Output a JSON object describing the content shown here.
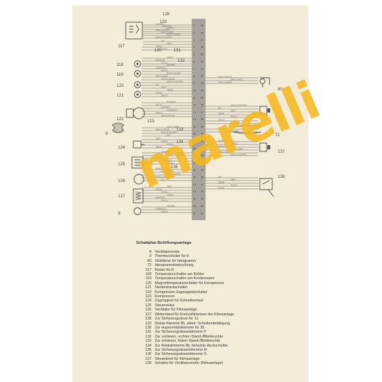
{
  "diagram": {
    "component_numbers": [
      "128",
      "129",
      "117",
      "130",
      "131",
      "132",
      "118",
      "119",
      "120",
      "121",
      "122",
      "123",
      "8",
      "133",
      "134",
      "124",
      "135",
      "125",
      "136",
      "126",
      "127",
      "9",
      "60",
      "137",
      "72",
      "138"
    ],
    "wire_colors": [
      "AZZURRO",
      "AZZ/BIANCO",
      "BIANCO",
      "BIANCO-ROSSO",
      "BIANCO-NERO",
      "BIANCO-VERDE",
      "BIANCO-AZZURRO",
      "BLU",
      "NERO",
      "VERDE",
      "ROSSO",
      "GRIGIO",
      "MARRONE",
      "GIALLO"
    ],
    "connector_pins": [
      "1",
      "2",
      "3",
      "4",
      "5",
      "6",
      "7",
      "8",
      "9",
      "10",
      "11",
      "12",
      "13",
      "14",
      "15",
      "16",
      "17",
      "18",
      "19",
      "20",
      "21",
      "22",
      "23",
      "24",
      "25",
      "26",
      "27",
      "28",
      "29",
      "30",
      "31",
      "32",
      "33",
      "34",
      "35",
      "36",
      "37",
      "38",
      "39",
      "40",
      "41",
      "42",
      "43",
      "44",
      "45",
      "46",
      "47",
      "48",
      "49",
      "50",
      "51"
    ]
  },
  "watermark": {
    "text": "marelli",
    "mark": "®"
  },
  "legend": {
    "title": "Schaltplan Belüftungsanlage",
    "items": [
      {
        "num": "8",
        "text": "Ventilatormotor"
      },
      {
        "num": "9",
        "text": "Thermoschalter für 8"
      },
      {
        "num": "60",
        "text": "Glühbirne für Ideogramm"
      },
      {
        "num": "72",
        "text": "Ideogrammbeleuchtung"
      },
      {
        "num": "117",
        "text": "Relais für 8"
      },
      {
        "num": "118",
        "text": "Temperaturschalter am Kühler"
      },
      {
        "num": "119",
        "text": "Temperaturschalter am Kondensator"
      },
      {
        "num": "120",
        "text": "Magnettemperaturschalter für Kompressor"
      },
      {
        "num": "121",
        "text": "Niederdruckschalter"
      },
      {
        "num": "122",
        "text": "Kompressor-Zugmagnetschalter"
      },
      {
        "num": "123",
        "text": "Kompressor"
      },
      {
        "num": "124",
        "text": "Zugmagnet für Schnelleerlauf"
      },
      {
        "num": "125",
        "text": "Steuerrelais"
      },
      {
        "num": "126",
        "text": "Ventilator für Klimaanlage"
      },
      {
        "num": "127",
        "text": "Widerstand für Drehzahlmesser der Klimaanlage"
      },
      {
        "num": "128",
        "text": "Zur Sicherungsdose Nr. 11"
      },
      {
        "num": "129",
        "text": "Relais Klemme 85, elektr. Scheibenbetätigung"
      },
      {
        "num": "130",
        "text": "Zur Hupenrelaisklemme für 30"
      },
      {
        "num": "131",
        "text": "Zur Sicherungsdosenklemme P"
      },
      {
        "num": "132",
        "text": "Zur vorderen, rechten Stand-/Blinkleuchte"
      },
      {
        "num": "133",
        "text": "Zur vorderen, linken Stand-/Blinkleuchte"
      },
      {
        "num": "134",
        "text": "Zur Relaisklemme 8b, beheizte Heckscheibe"
      },
      {
        "num": "135",
        "text": "Zur Sicherungsdosenklemme M"
      },
      {
        "num": "136",
        "text": "Zur Sicherungsdosenklemme O"
      },
      {
        "num": "137",
        "text": "Steuerbrett für Klimaanlage"
      },
      {
        "num": "138",
        "text": "Schalter für Ventilatormotor (Klimaanlage)"
      }
    ]
  }
}
